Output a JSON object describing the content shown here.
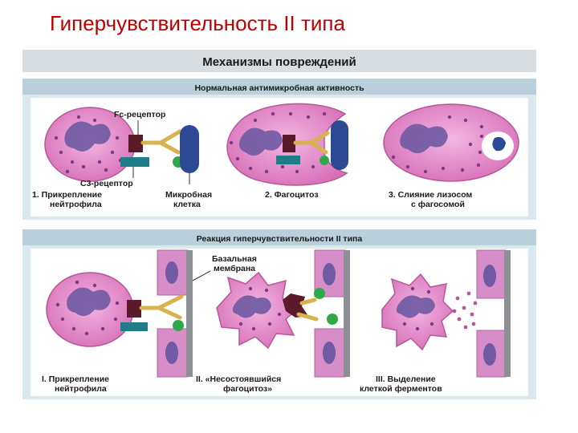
{
  "slide": {
    "title": "Гиперчувствительность II типа"
  },
  "figure": {
    "header": "Механизмы повреждений",
    "panel_top": {
      "title": "Нормальная антимикробная активность",
      "fc_receptor": "Fc-рецептор",
      "c3_receptor": "С3-рецептор",
      "microbe": [
        "Микробная",
        "клетка"
      ],
      "step1": [
        "1. Прикрепление",
        "нейтрофила"
      ],
      "step2": "2. Фагоцитоз",
      "step3": [
        "3. Слияние лизосом",
        "с фагосомой"
      ]
    },
    "panel_bottom": {
      "title": "Реакция гиперчувствительности II типа",
      "membrane": [
        "Базальная",
        "мембрана"
      ],
      "step1": [
        "I. Прикрепление",
        "нейтрофила"
      ],
      "step2": [
        "II. «Несостоявшийся",
        "фагоцитоз»"
      ],
      "step3": [
        "III. Выделение",
        "клеткой ферментов"
      ]
    }
  },
  "colors": {
    "title": "#c00000",
    "panel_bg": "#dbe8ee",
    "panel_title_bar": "#b9cfd9",
    "neutrophil": "#e486c6",
    "nucleus": "#6f5aa3",
    "granule": "#7c3b8a",
    "microbe": "#2b4a93",
    "antibody": "#d8b24e",
    "fc_block": "#5a1a2a",
    "c3_green": "#2fa84a",
    "complement_teal": "#1f7d8a",
    "membrane": "#8c8f94",
    "endothelial": "#d78dc8"
  }
}
